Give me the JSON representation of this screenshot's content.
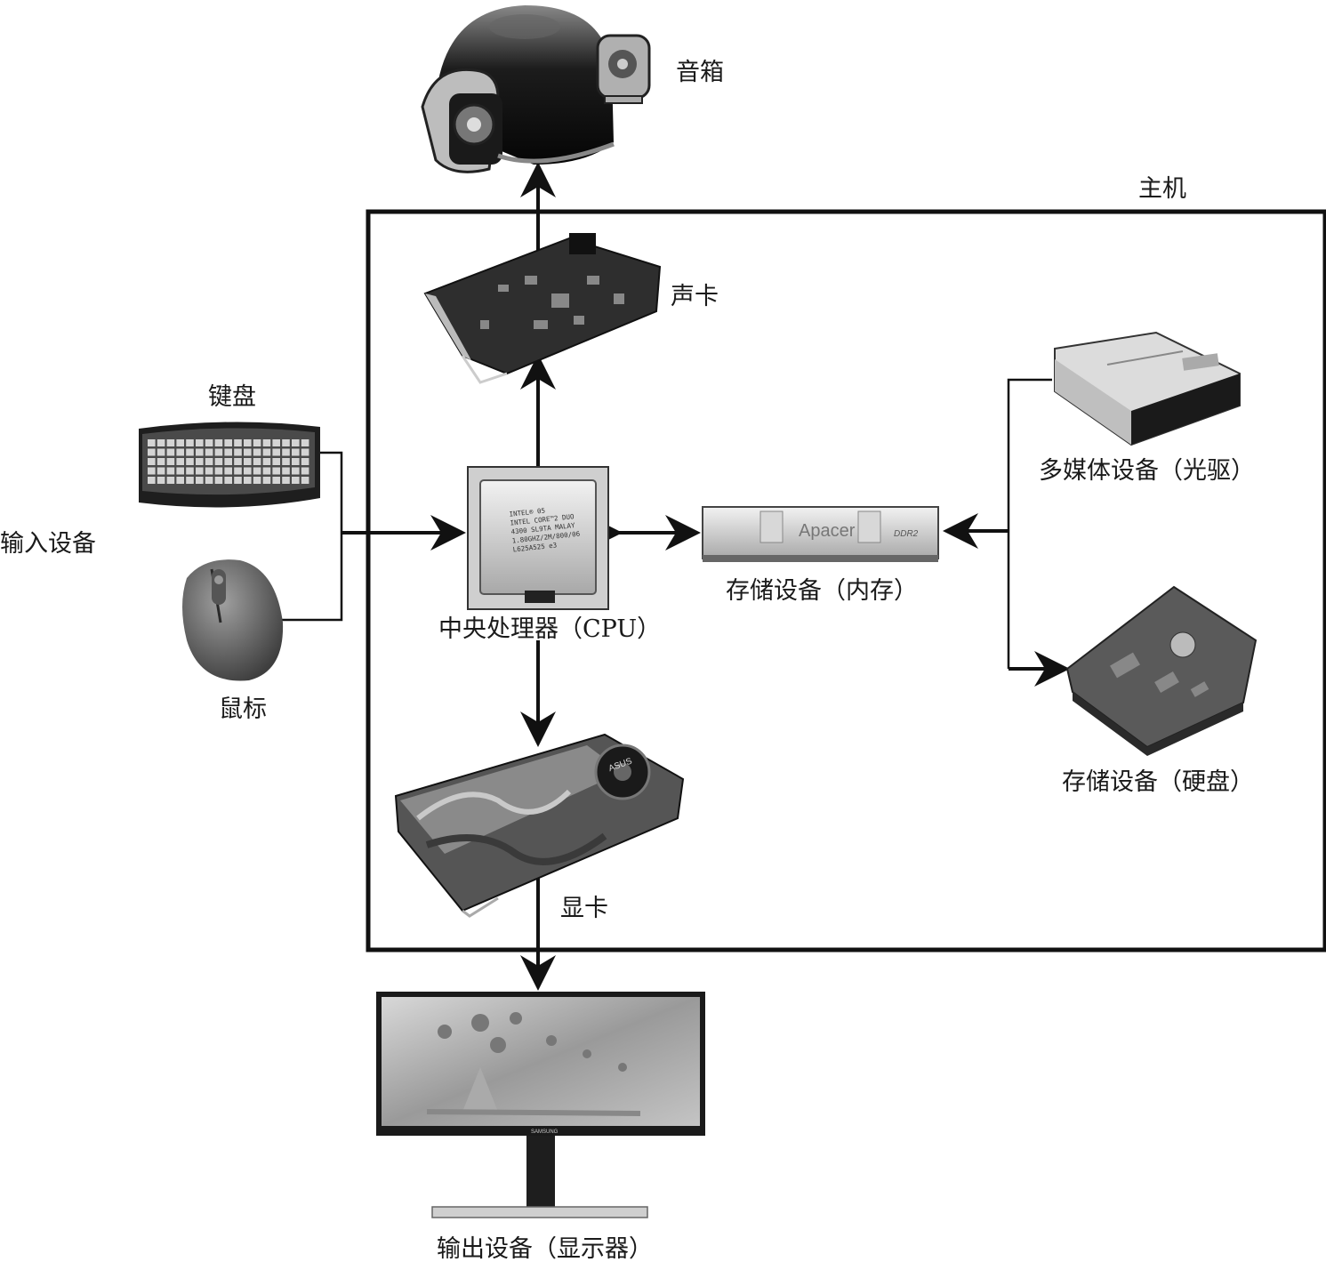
{
  "host_label": "主机",
  "nodes": {
    "speaker": {
      "label": "音箱",
      "icon": "speaker-icon"
    },
    "sound_card": {
      "label": "声卡",
      "icon": "sound-card-icon"
    },
    "keyboard": {
      "label": "键盘",
      "icon": "keyboard-icon"
    },
    "mouse": {
      "label": "鼠标",
      "icon": "mouse-icon"
    },
    "input_group": {
      "label": "输入设备"
    },
    "cpu": {
      "label": "中央处理器（CPU）",
      "icon": "cpu-icon",
      "chip_text": [
        "INTEL® 05",
        "INTEL CORE™2 DUO",
        "4300 SL9TA MALAY",
        "1.80GHZ/2M/800/06",
        "L625A525 e3"
      ]
    },
    "memory": {
      "label": "存储设备（内存）",
      "icon": "memory-icon",
      "brand": "Apacer",
      "badge": "DDR2"
    },
    "optical_drive": {
      "label": "多媒体设备（光驱）",
      "icon": "optical-drive-icon"
    },
    "hard_disk": {
      "label": "存储设备（硬盘）",
      "icon": "hard-disk-icon"
    },
    "graphics_card": {
      "label": "显卡",
      "icon": "graphics-card-icon",
      "brand": "ASUS"
    },
    "monitor": {
      "label": "输出设备（显示器）",
      "icon": "monitor-icon",
      "brand": "SAMSUNG"
    }
  },
  "colors": {
    "line": "#111111",
    "label": "#1a1a1a"
  }
}
